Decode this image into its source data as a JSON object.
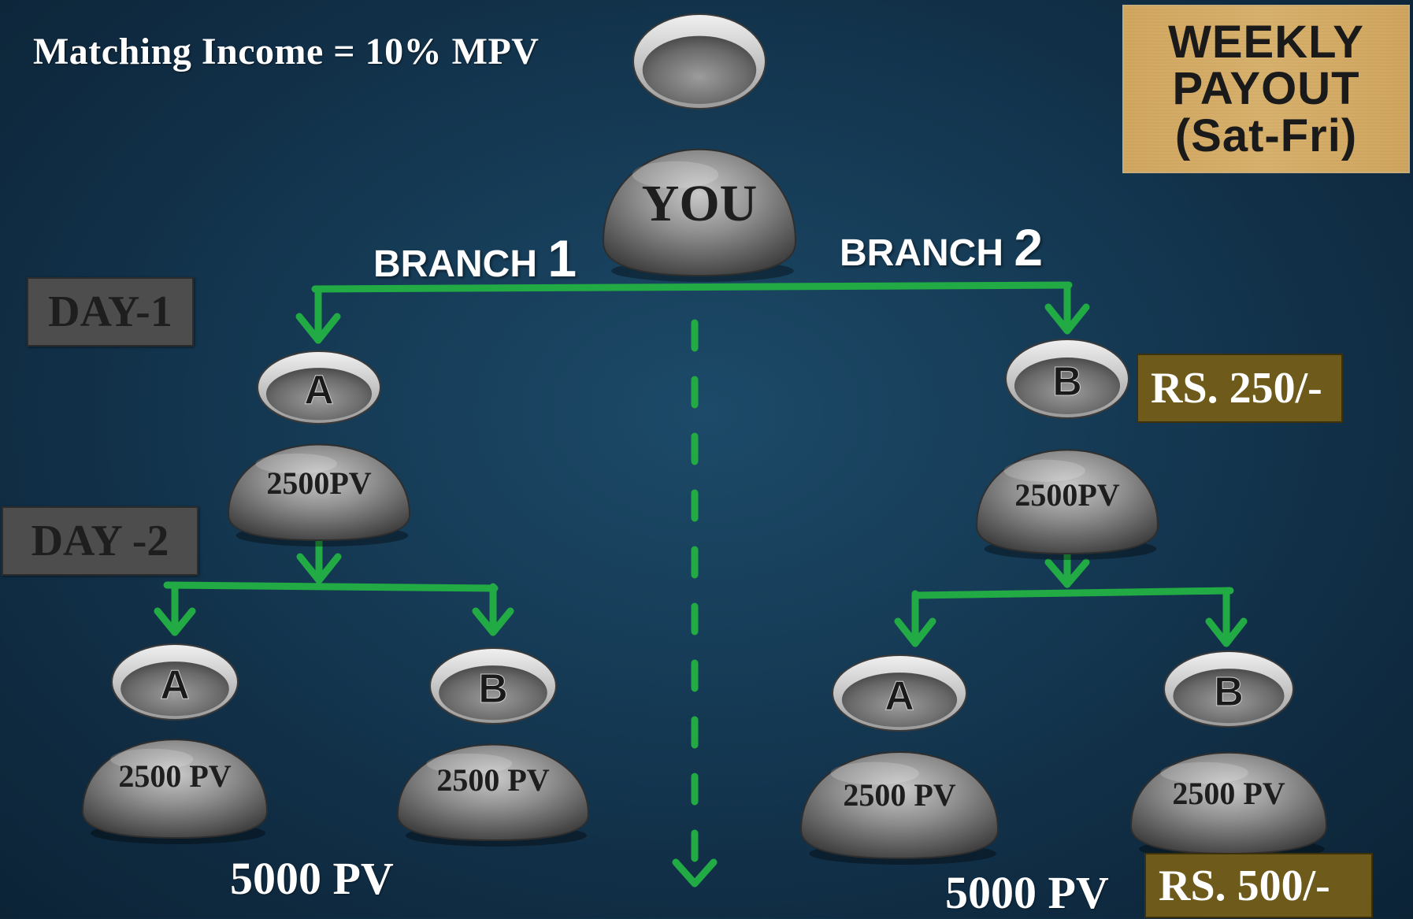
{
  "title": "Matching Income = 10% MPV",
  "payout": {
    "line1": "WEEKLY",
    "line2": "PAYOUT",
    "line3": "(Sat-Fri)"
  },
  "root_label": "YOU",
  "branch1": {
    "word": "BRANCH",
    "number": "1"
  },
  "branch2": {
    "word": "BRANCH",
    "number": "2"
  },
  "day1": "DAY-1",
  "day2": "DAY -2",
  "rs_250": "RS. 250/-",
  "rs_500": "RS. 500/-",
  "total_left": "5000 PV",
  "total_right": "5000 PV",
  "nodes": {
    "l1_a": {
      "letter": "A",
      "pv": "2500PV"
    },
    "l1_b": {
      "letter": "B",
      "pv": "2500PV"
    },
    "l2_aa": {
      "letter": "A",
      "pv": "2500 PV"
    },
    "l2_ab": {
      "letter": "B",
      "pv": "2500 PV"
    },
    "l2_ba": {
      "letter": "A",
      "pv": "2500 PV"
    },
    "l2_bb": {
      "letter": "B",
      "pv": "2500 PV"
    }
  },
  "colors": {
    "arrow": "#22aa44",
    "background": "#163c57",
    "rs_box": "#6e5a1a",
    "day_box": "#4d4d4d"
  }
}
